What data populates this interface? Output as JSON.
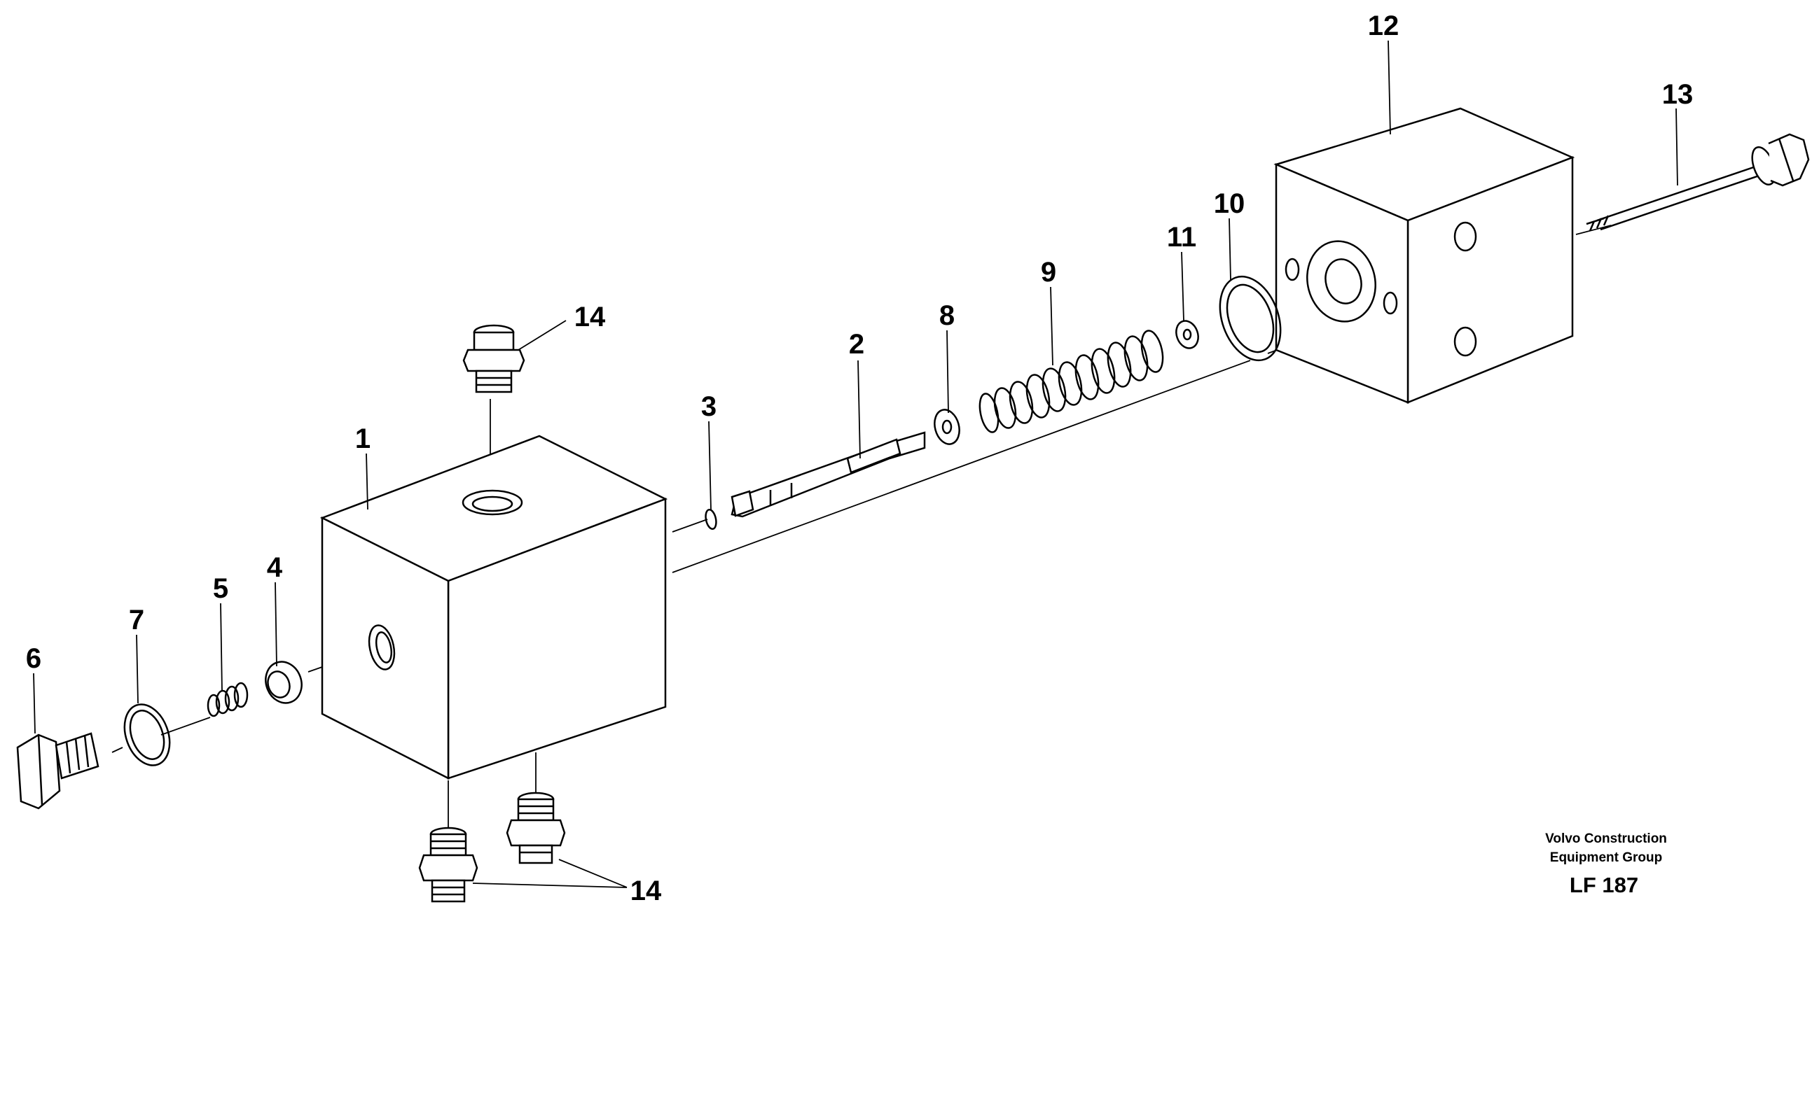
{
  "labels": {
    "l1": "1",
    "l2": "2",
    "l3": "3",
    "l4": "4",
    "l5": "5",
    "l6": "6",
    "l7": "7",
    "l8": "8",
    "l9": "9",
    "l10": "10",
    "l11": "11",
    "l12": "12",
    "l13": "13",
    "l14a": "14",
    "l14b": "14"
  },
  "caption": {
    "line1": "Volvo Construction",
    "line2": "Equipment Group",
    "code": "LF 187"
  }
}
